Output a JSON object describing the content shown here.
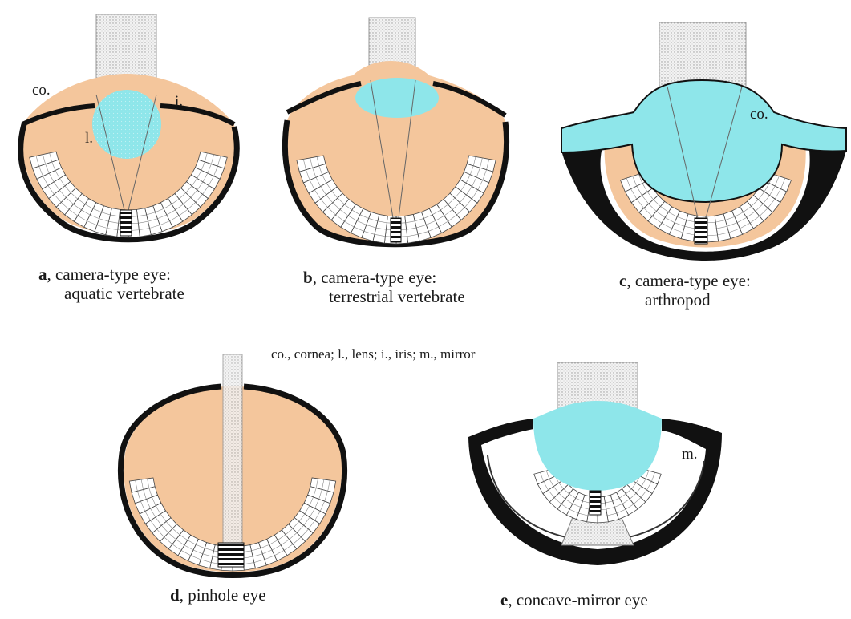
{
  "legend": "co., cornea; l., lens; i., iris; m., mirror",
  "colors": {
    "tissue": "#f4c69c",
    "fluid": "#8ee6ea",
    "outline": "#111111",
    "beam": "#e9e9e9"
  },
  "panels": [
    {
      "id": "a",
      "letter": "a",
      "line1": "camera-type eye:",
      "line2": "aquatic vertebrate",
      "labels": {
        "cornea": "co.",
        "iris": "i.",
        "lens": "l."
      }
    },
    {
      "id": "b",
      "letter": "b",
      "line1": "camera-type eye:",
      "line2": "terrestrial vertebrate"
    },
    {
      "id": "c",
      "letter": "c",
      "line1": "camera-type eye:",
      "line2": "arthropod",
      "labels": {
        "cornea": "co."
      }
    },
    {
      "id": "d",
      "letter": "d",
      "line1": "pinhole eye"
    },
    {
      "id": "e",
      "letter": "e",
      "line1": "concave-mirror eye",
      "labels": {
        "mirror": "m."
      }
    }
  ]
}
